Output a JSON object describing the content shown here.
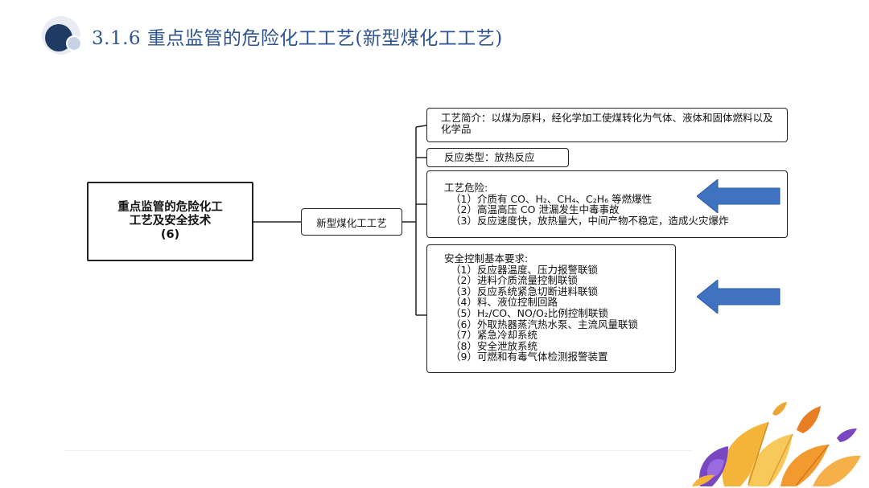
{
  "header": {
    "title": "3.1.6 重点监管的危险化工工艺(新型煤化工工艺)"
  },
  "mindmap": {
    "root": {
      "line1": "重点监管的危险化工",
      "line2": "工艺及安全技术",
      "line3": "(6)"
    },
    "branch": "新型煤化工工艺",
    "intro": {
      "text": "工艺简介：以煤为原料，经化学加工使煤转化为气体、液体和固体燃料以及化学品"
    },
    "reaction": {
      "text": "反应类型：放热反应"
    },
    "hazards": {
      "heading": "工艺危险:",
      "items": [
        "（1）介质有 CO、H₂、CH₄、C₂H₆ 等燃爆性",
        "（2）高温高压 CO 泄漏发生中毒事故",
        "（3）反应速度快，放热量大，中间产物不稳定，造成火灾爆炸"
      ]
    },
    "safety": {
      "heading": "安全控制基本要求:",
      "items": [
        "（1）反应器温度、压力报警联锁",
        "（2）进料介质流量控制联锁",
        "（3）反应系统紧急切断进料联锁",
        "（4）料、液位控制回路",
        "（5）H₂/CO、NO/O₂比例控制联锁",
        "（6）外取热器蒸汽热水泵、主流风量联锁",
        "（7）紧急冷却系统",
        "（8）安全泄放系统",
        "（9）可燃和有毒气体检测报警装置"
      ]
    }
  },
  "colors": {
    "title": "#2e5591",
    "arrow": "#3f72c0",
    "logo_dark": "#1f3a63"
  },
  "icons": [
    "logo-circle-icon",
    "left-arrow-icon",
    "leaf-decoration-icon"
  ]
}
